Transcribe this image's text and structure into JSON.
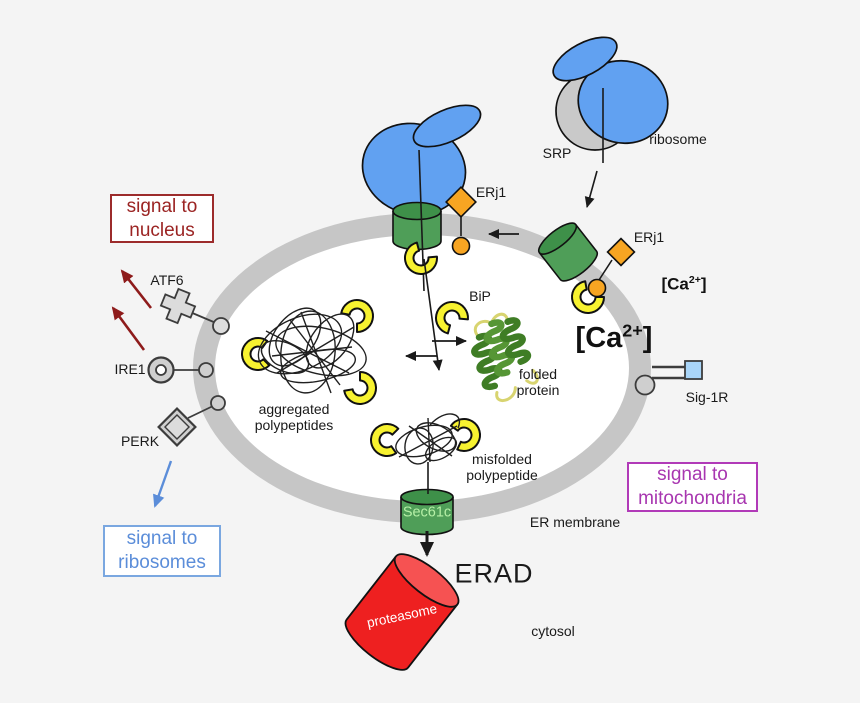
{
  "colors": {
    "bg": "#f4f4f4",
    "membrane": "#c6c6c6",
    "lumen": "#ffffff",
    "ribosome_blue": "#61a1f1",
    "srp_gray": "#c9c9c9",
    "green_body": "#4f9e58",
    "green_top": "#3e9049",
    "yellow": "#f7f230",
    "orange": "#f7a522",
    "red_body": "#ee2020",
    "red_top": "#f65252",
    "ink": "#1a1a1a",
    "part_fill": "#cfcfcf",
    "part_fill_light": "#dcdcdc",
    "part_stroke": "#3c3c3c",
    "dark_red": "#8e1b1b",
    "signal_nucleus": "#9b2423",
    "border_nucleus": "#9c2b2b",
    "signal_ribosomes": "#5b8dd9",
    "border_ribosomes": "#7aa7e0",
    "signal_mitochondria": "#a836b0",
    "border_mitochondria": "#b13ab8",
    "sig1r_blue": "#a9d5f8",
    "helix_dark": "#3f7d25",
    "helix_mid": "#569635",
    "loop_yellow": "#d8d470",
    "sec61c_text": "#b5efa6"
  },
  "labels": {
    "srp": "SRP",
    "ribosome": "ribosome",
    "erj1_top": "ERj1",
    "erj1_right": "ERj1",
    "bip": "BiP",
    "sig1r": "Sig-1R",
    "folded_line1": "folded",
    "folded_line2": "protein",
    "aggregated_line1": "aggregated",
    "aggregated_line2": "polypeptides",
    "misfolded_line1": "misfolded",
    "misfolded_line2": "polypeptide",
    "er_membrane": "ER membrane",
    "erad": "ERAD",
    "cytosol": "cytosol",
    "proteasome": "proteasome",
    "sec61c": "Sec61c",
    "atf6": "ATF6",
    "ire1": "IRE1",
    "perk": "PERK"
  },
  "ca_small": {
    "open": "[Ca",
    "sup": "2+",
    "close": "]"
  },
  "ca_large": {
    "open": "[Ca",
    "sup": "2+",
    "close": "]"
  },
  "boxes": {
    "nucleus": {
      "line1": "signal to",
      "line2": "nucleus"
    },
    "ribosomes": {
      "line1": "signal to",
      "line2": "ribosomes"
    },
    "mitochondria": {
      "line1": "signal to",
      "line2": "mitochondria"
    }
  }
}
